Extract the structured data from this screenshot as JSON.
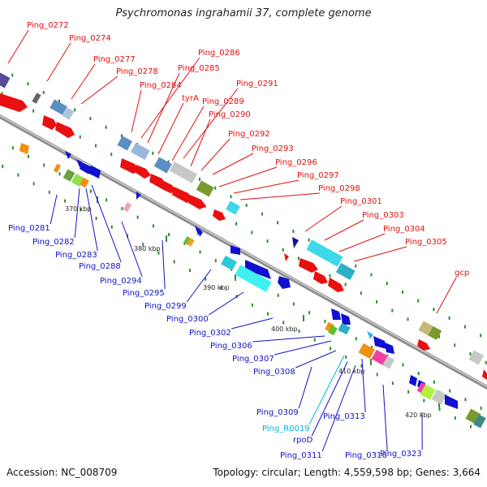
{
  "title": "Psychromonas ingrahamii 37, complete genome",
  "footer": {
    "accession": "Accession: NC_008709",
    "summary": "Topology: circular; Length: 4,559,598 bp; Genes: 3,664"
  },
  "colors": {
    "backbone": "#8c8c8c",
    "label_forward": "#e01010",
    "label_reverse": "#1010c8",
    "label_rna": "#00b4e0",
    "tick_green": "#2e8b2e"
  },
  "scale_labels": [
    "370 kbp",
    "380 kbp",
    "390 kbp",
    "400 kbp",
    "410 kbp",
    "420 kbp"
  ],
  "forward_gene_labels": [
    "Ping_0272",
    "Ping_0274",
    "Ping_0277",
    "Ping_0278",
    "Ping_0284",
    "Ping_0286",
    "Ping_0285",
    "tyrA",
    "Ping_0289",
    "Ping_0291",
    "Ping_0290",
    "Ping_0292",
    "Ping_0293",
    "Ping_0296",
    "Ping_0297",
    "Ping_0298",
    "Ping_0301",
    "Ping_0303",
    "Ping_0304",
    "Ping_0305",
    "gcp"
  ],
  "reverse_gene_labels": [
    "Ping_0281",
    "Ping_0282",
    "Ping_0283",
    "Ping_0288",
    "Ping_0294",
    "Ping_0295",
    "Ping_0299",
    "Ping_0300",
    "Ping_0302",
    "Ping_0306",
    "Ping_0307",
    "Ping_0308",
    "Ping_0309",
    "Ping_R0019",
    "rpoD",
    "Ping_0313",
    "Ping_0311",
    "Ping_0316",
    "Ping_0323"
  ]
}
